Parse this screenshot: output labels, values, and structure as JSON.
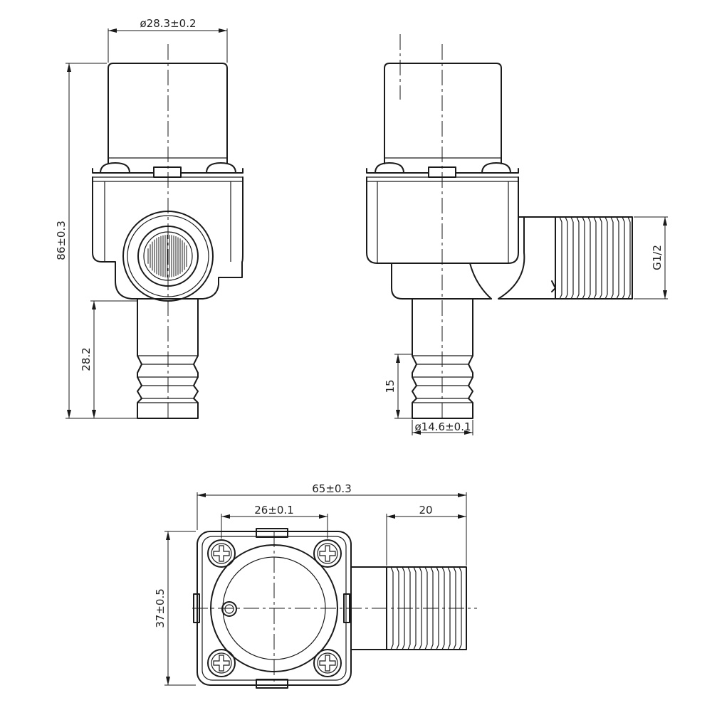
{
  "dimensions": {
    "front_solenoid_diameter": "ø28.3±0.2",
    "front_total_height": "86±0.3",
    "front_barb_length": "28.2",
    "side_thread": "G1/2",
    "side_barb_rib_length": "15",
    "side_barb_diameter": "ø14.6±0.1",
    "top_total_length": "65±0.3",
    "top_screw_pitch": "26±0.1",
    "top_thread_length": "20",
    "top_body_width": "37±0.5"
  },
  "colors": {
    "line": "#1a1a1a",
    "background": "#ffffff"
  }
}
